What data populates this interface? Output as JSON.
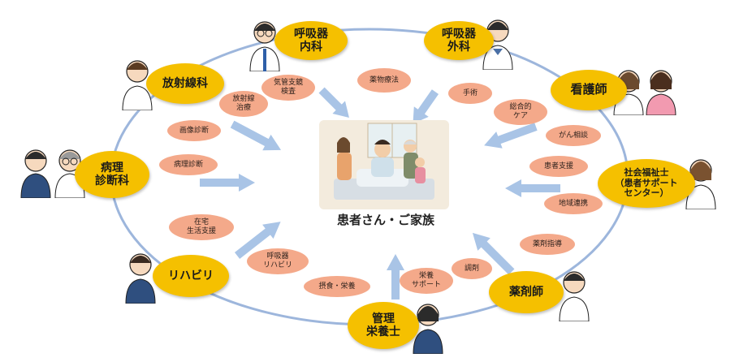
{
  "center": {
    "label": "患者さん・ご家族"
  },
  "roles": {
    "pulmonology": "呼吸器\n内科",
    "surgery": "呼吸器\n外科",
    "radiology": "放射線科",
    "nurse": "看護師",
    "pathology": "病理\n診断科",
    "social_worker": "社会福祉士\n（患者サポート\nセンター）",
    "rehab": "リハビリ",
    "pharmacist": "薬剤師",
    "dietitian": "管理\n栄養士"
  },
  "services": {
    "bronchoscopy": "気管支鏡\n検査",
    "drug_therapy": "薬物療法",
    "surgery_op": "手術",
    "radiotherapy": "放射線\n治療",
    "comprehensive_care": "総合的\nケア",
    "image_diagnosis": "画像診断",
    "cancer_consult": "がん相談",
    "pathology_diag": "病理診断",
    "patient_support": "患者支援",
    "regional_link": "地域連携",
    "home_support": "在宅\n生活支援",
    "med_guidance": "薬剤指導",
    "resp_rehab": "呼吸器\nリハビリ",
    "dispensing": "調剤",
    "nutrition_support": "栄養\nサポート",
    "swallow_nutrition": "摂食・栄養"
  },
  "colors": {
    "role": "#F5C000",
    "service": "#F4A98A",
    "arrow": "#A9C4E6",
    "ring": "#9DB6DC"
  }
}
